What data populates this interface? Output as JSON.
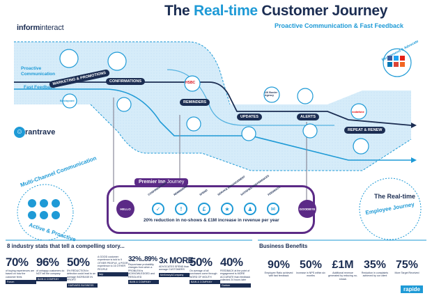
{
  "header": {
    "title_prefix": "The ",
    "title_accent": "Real-time",
    "title_suffix": " Customer Journey",
    "subtitle": "Proactive Communication & Fast Feedback",
    "brand_a": "inform",
    "brand_b": "interact"
  },
  "side_labels": {
    "proactive_line1": "Proactive",
    "proactive_line2": "Communication",
    "fast_feedback": "Fast Feedback"
  },
  "rant_logo": {
    "text": "rantrave"
  },
  "stages": [
    "MARKETING & PROMOTIONS",
    "CONFIRMATIONS",
    "REMINDERS",
    "UPDATES",
    "ALERTS",
    "REPEAT & RENEW"
  ],
  "badges": [
    "HSBC",
    "Barclaycard",
    "UK Border Agency",
    "vodafone"
  ],
  "recommend": "Recommend & Advocate",
  "journey": {
    "brand": "Premier Inn",
    "label": "Journey",
    "start": "HELLO",
    "end": "GOODBYE",
    "steps": [
      "CONFIRMATIONS",
      "REMINDERS",
      "SPEND",
      "SERVICE ENHANCEMENT",
      "SATISFIED PREFERENCES",
      "FEEDBACK"
    ],
    "step_icons": [
      "✓",
      "!",
      "£",
      "★",
      "♟",
      "✉"
    ],
    "reduction": "20% reduction in no-shows & £1M increase in revenue per year"
  },
  "multi_channel": {
    "title": "Multi-Channel Communication",
    "subtitle": "Active & Proactive"
  },
  "employee_journey": {
    "title": "The Real-time",
    "subtitle": "Employee Journey"
  },
  "stats_heading": "8 industry stats that tell a compelling story...",
  "stats": [
    {
      "big": "70%",
      "small": "of buying experiences are based on how the customer feels",
      "src": "Forum"
    },
    {
      "big": "96%",
      "small": "of unhappy customers do NOT tell the company",
      "src": "BAIN & COMPANY"
    },
    {
      "big": "50%",
      "small": "5% REDUCTION in defection could lead to an average INCREASE IN PROFIT",
      "src": "HARVARD BUSINESS"
    },
    {
      "big": "",
      "small": "A GOOD customer experience is told to 9 OTHER PEOPLE, a POOR experience to 16 OTHER PEOPLE",
      "src": "tarp"
    },
    {
      "big": "32%..89%",
      "small": "Repurchase probability changes from when a PROBLEM is ACKNOWLEDGED and RESOLVED",
      "src": "BAIN & COMPANY"
    },
    {
      "big": "3x MORE",
      "small": "ADVOCATES SPEND than average CUSTOMERS",
      "src": "McKinsey&Company"
    },
    {
      "big": "50%",
      "small": "On average of all purchases come through WORD OF MOUTH",
      "src": "BAIN & COMPANY"
    },
    {
      "big": "40%",
      "small": "FEEDBACK at the point of engagement is MORE ACCURATE than feedback collected 24 hours later",
      "src": "Gartner"
    }
  ],
  "benefits_heading": "Business Benefits",
  "benefits": [
    {
      "big": "90%",
      "small": "Employee Ratio achieved with fast feedback"
    },
    {
      "big": "50%",
      "small": "Increase in NPS within six months"
    },
    {
      "big": "£1M",
      "small": "Additional revenue generated by reducing no-shows"
    },
    {
      "big": "35%",
      "small": "Reduction in complaints achieved by our client"
    },
    {
      "big": "75%",
      "small": "More Target Received"
    }
  ],
  "rapide": "rapide",
  "colors": {
    "navy": "#1b2d52",
    "accent": "#1e9ad6",
    "purple": "#5b2a86",
    "band": "#cfe8f7"
  }
}
